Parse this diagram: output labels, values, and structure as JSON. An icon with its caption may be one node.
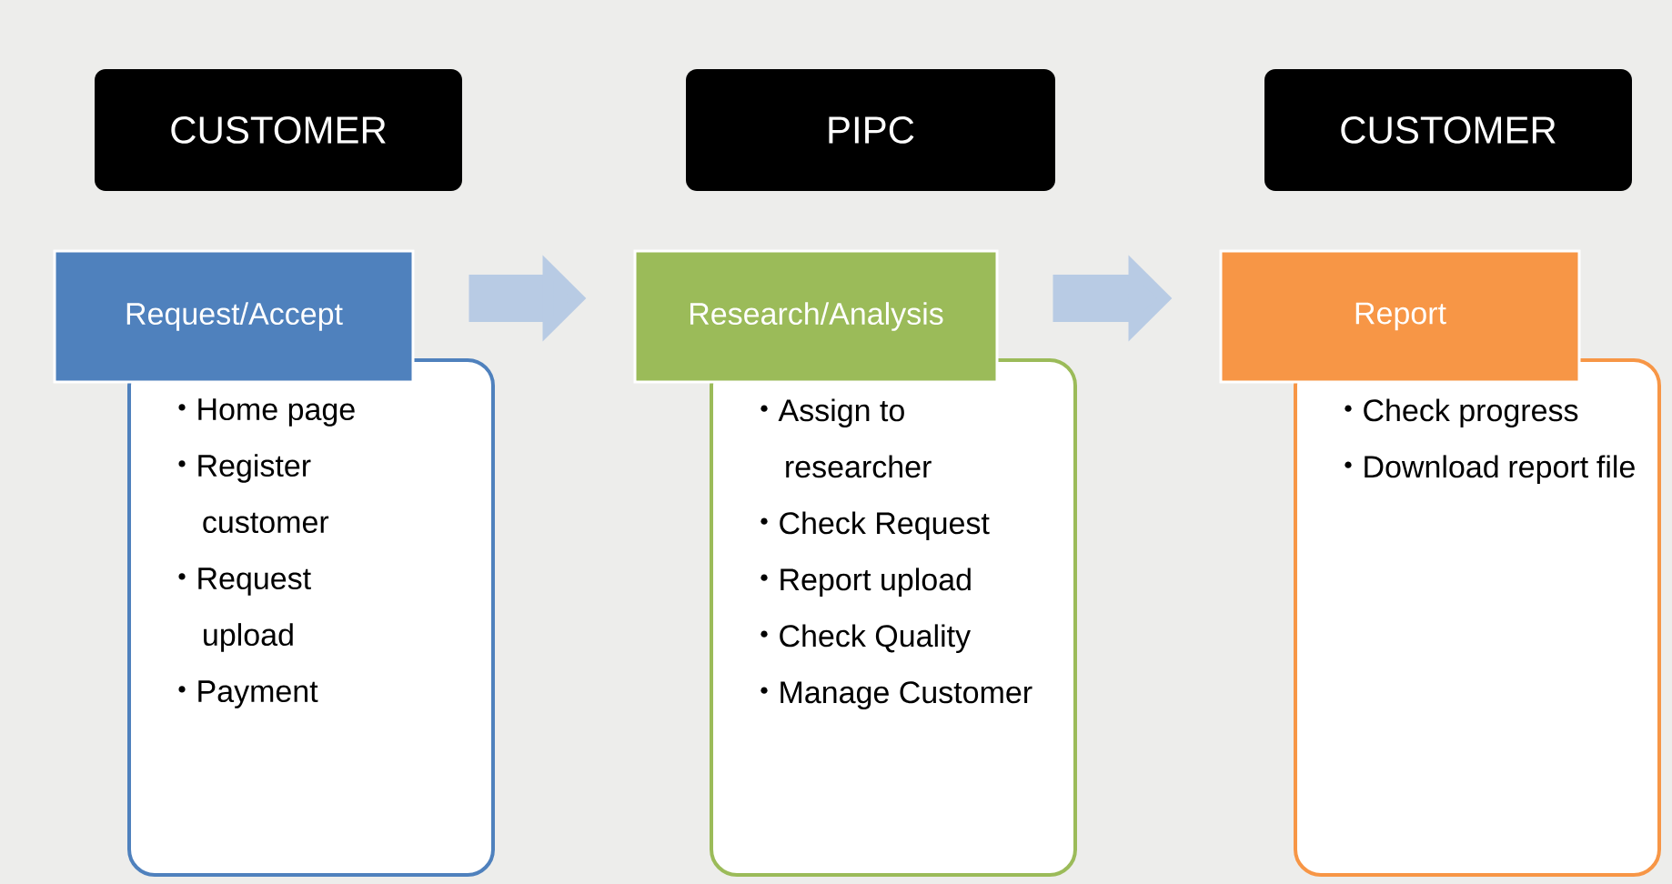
{
  "diagram": {
    "nodes": [
      {
        "text": [
          "CUSTOMER"
        ]
      },
      {
        "text": [
          "Request/Accept"
        ]
      },
      {
        "text": [
          "Home page",
          "Register customer",
          "Request upload",
          "Payment"
        ]
      },
      {
        "text": [
          "PIPC"
        ]
      },
      {
        "text": [
          "Research/Analysis"
        ]
      },
      {
        "text": [
          "Assign  to researcher",
          "Check Request",
          "Report upload",
          "Check Quality",
          "Manage Customer"
        ]
      },
      {
        "text": [
          "CUSTOMER"
        ]
      },
      {
        "text": [
          "Report"
        ]
      },
      {
        "text": [
          "Check progress",
          "Download report file"
        ]
      }
    ],
    "edges": [
      {
        "from": 1,
        "to": 4,
        "arrow": "to"
      },
      {
        "from": 4,
        "to": 7,
        "arrow": "to"
      }
    ]
  }
}
